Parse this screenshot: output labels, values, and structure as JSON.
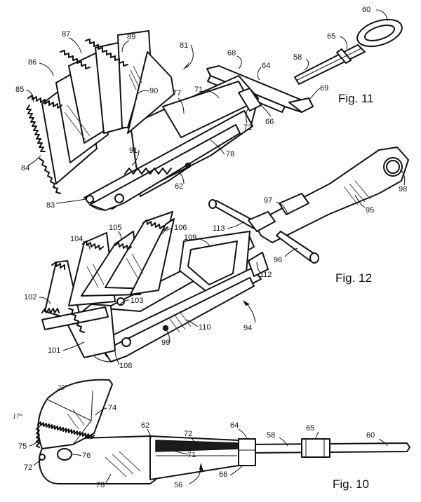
{
  "figures": [
    {
      "id": "fig11",
      "caption": "Fig. 11",
      "labels": [
        "60",
        "65",
        "58",
        "68",
        "64",
        "69",
        "81",
        "87",
        "89",
        "86",
        "85",
        "90",
        "77",
        "71",
        "72",
        "66",
        "91",
        "78",
        "84",
        "62",
        "83"
      ]
    },
    {
      "id": "fig12",
      "caption": "Fig. 12",
      "labels": [
        "98",
        "95",
        "97",
        "113",
        "105",
        "106",
        "104",
        "109",
        "96",
        "112",
        "102",
        "103",
        "94",
        "110",
        "99",
        "101",
        "108"
      ]
    },
    {
      "id": "fig10",
      "caption": "Fig. 10",
      "angles": [
        "25°",
        "17°"
      ],
      "labels": [
        "74",
        "75",
        "76",
        "72",
        "62",
        "64",
        "72",
        "71",
        "58",
        "65",
        "60",
        "78",
        "56",
        "66"
      ]
    }
  ]
}
